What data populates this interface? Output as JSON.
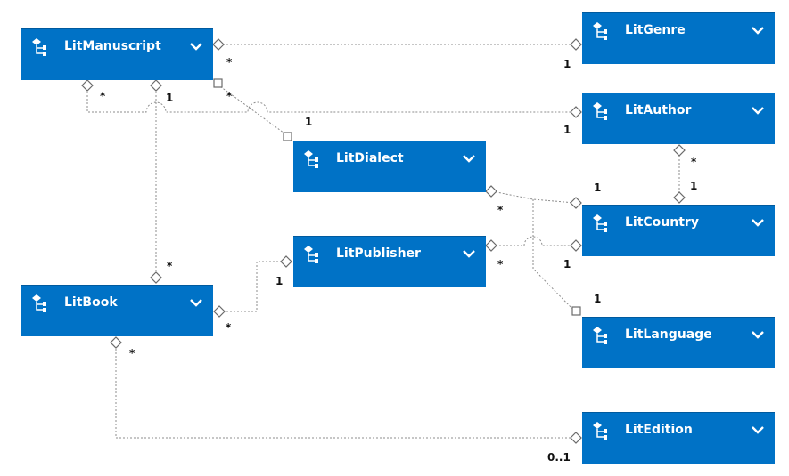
{
  "entities": {
    "manuscript": "LitManuscript",
    "genre": "LitGenre",
    "author": "LitAuthor",
    "dialect": "LitDialect",
    "country": "LitCountry",
    "publisher": "LitPublisher",
    "book": "LitBook",
    "language": "LitLanguage",
    "edition": "LitEdition"
  },
  "multiplicities": {
    "manuscript_genre_src": "*",
    "manuscript_genre_dst": "1",
    "manuscript_author_src": "*",
    "manuscript_author_dst": "1",
    "manuscript_book_src": "1",
    "manuscript_book_dst": "*",
    "manuscript_dialect_src": "*",
    "manuscript_dialect_dst": "1",
    "author_country_src": "*",
    "author_country_dst": "1",
    "dialect_country_src": "*",
    "dialect_country_dst": "1",
    "publisher_country_src": "*",
    "publisher_country_dst": "1",
    "book_publisher_src": "*",
    "book_publisher_dst": "1",
    "language_dst": "1",
    "book_edition_src": "*",
    "book_edition_dst": "0..1"
  },
  "icons": {
    "entity_icon": "entity-type-icon",
    "expand_icon": "chevron-down-icon"
  },
  "colors": {
    "entity_fill": "#0072c6",
    "connector": "#8c8c8c",
    "diamond_stroke": "#6b6b6b"
  }
}
